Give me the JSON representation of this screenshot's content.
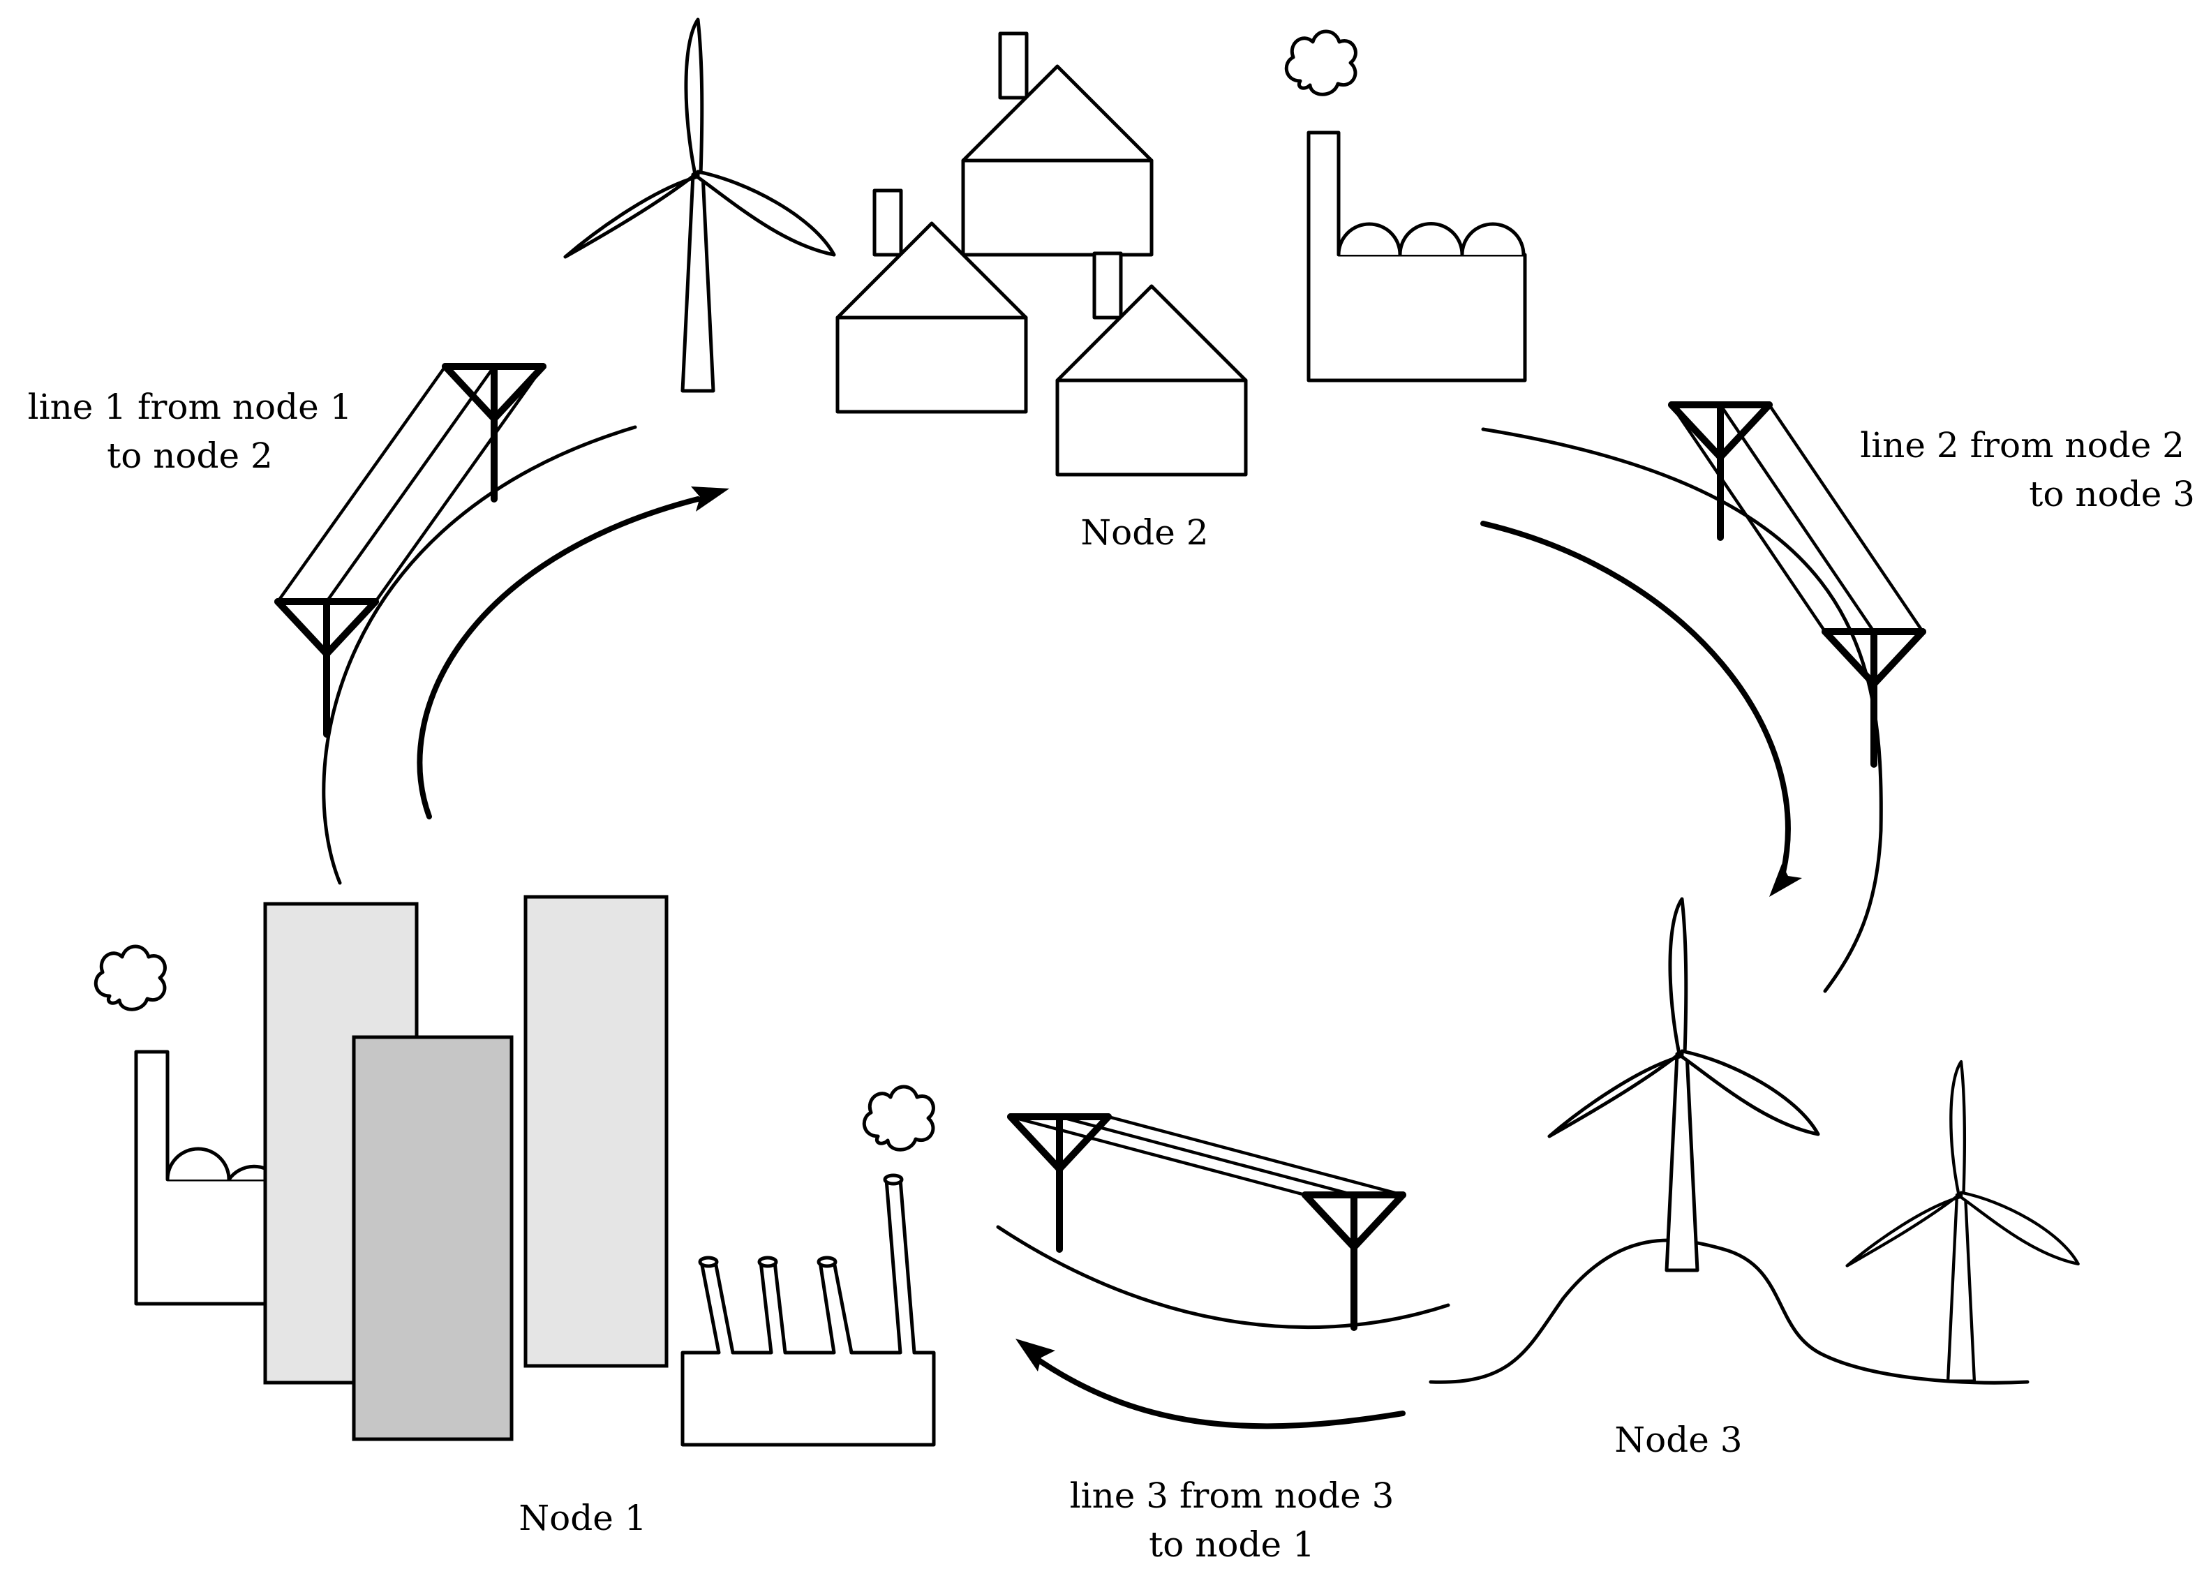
{
  "nodes": [
    {
      "id": "node-1",
      "label": "Node 1"
    },
    {
      "id": "node-2",
      "label": "Node 2"
    },
    {
      "id": "node-3",
      "label": "Node 3"
    }
  ],
  "lines": [
    {
      "id": "line-1",
      "label_line1": "line 1 from node 1",
      "label_line2": "to node 2"
    },
    {
      "id": "line-2",
      "label_line1": "line 2 from node 2",
      "label_line2": "to node 3"
    },
    {
      "id": "line-3",
      "label_line1": "line 3 from node 3",
      "label_line2": "to node 1"
    }
  ],
  "colors": {
    "stroke": "#000000",
    "background": "#ffffff",
    "building_light": "#e5e5e5",
    "building_dark": "#c6c6c6"
  },
  "icons": [
    "wind-turbine-icon",
    "house-icon",
    "factory-icon",
    "smoke-cloud-icon",
    "transmission-tower-icon",
    "skyscraper-icon",
    "hill-icon",
    "flow-arrow-icon"
  ]
}
